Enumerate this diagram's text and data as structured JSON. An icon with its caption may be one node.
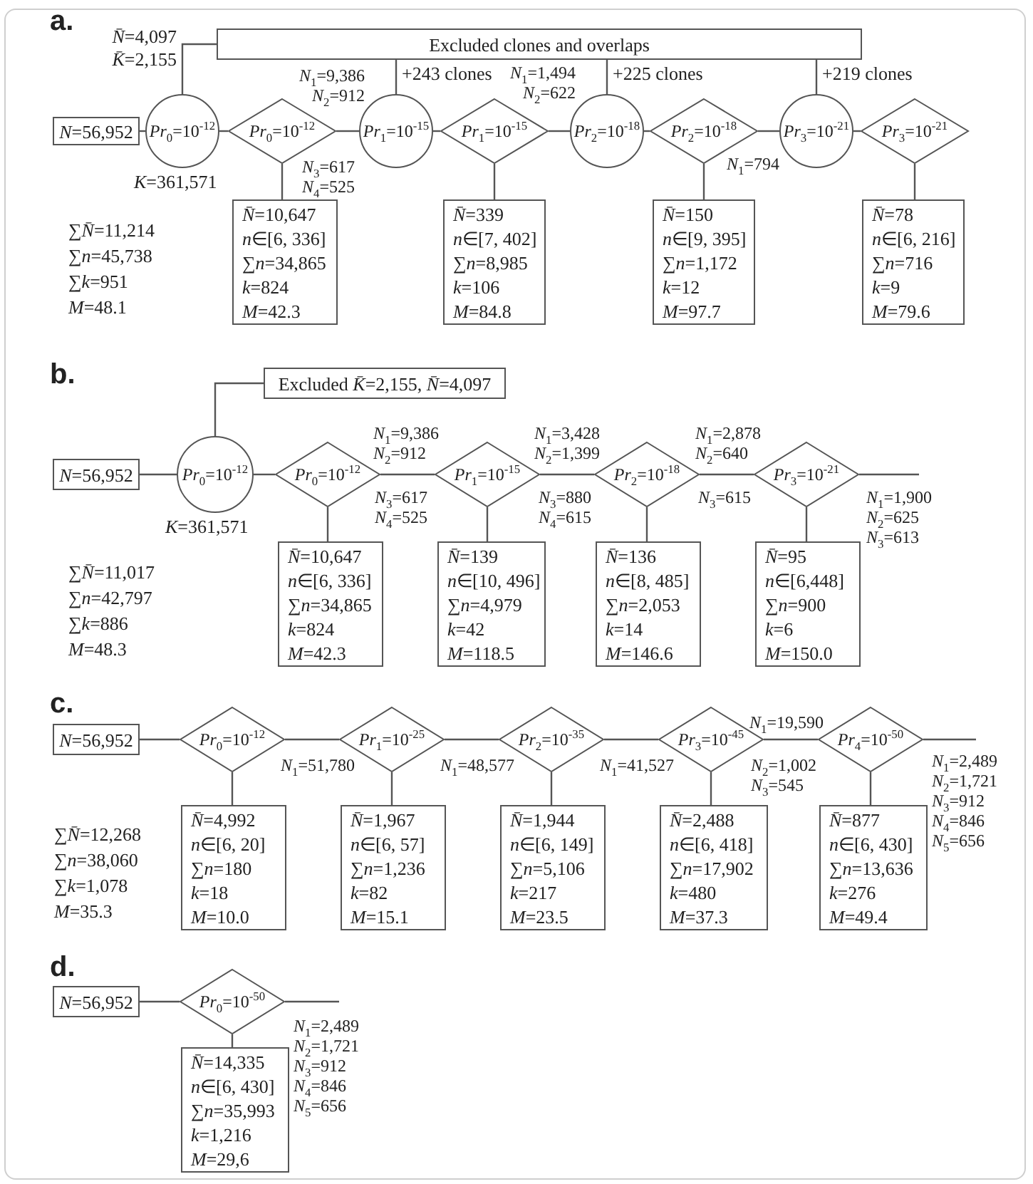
{
  "diagram": {
    "nodes": [
      {
        "text": [
          "Excluded clones and overlaps"
        ]
      },
      {
        "text": [
          "*N*=56,952"
        ]
      },
      {
        "text": [
          "*Pr*$_{0}$=10$^{-12}$"
        ],
        "beside": [
          "*K*=361,571"
        ]
      },
      {
        "text": [
          "*Pr*$_{0}$=10$^{-12}$"
        ]
      },
      {
        "text": [
          "*N̄*=10,647",
          "*n*∈[6, 336]",
          "∑*n*=34,865",
          "*k*=824",
          "*M*=42.3"
        ]
      },
      {
        "text": [
          "*Pr*$_{1}$=10$^{-15}$"
        ]
      },
      {
        "text": [
          "*Pr*$_{1}$=10$^{-15}$"
        ]
      },
      {
        "text": [
          "*N̄*=339",
          "*n*∈[7, 402]",
          "∑*n*=8,985",
          "*k*=106",
          "*M*=84.8"
        ]
      },
      {
        "text": [
          "*Pr*$_{2}$=10$^{-18}$"
        ]
      },
      {
        "text": [
          "*Pr*$_{2}$=10$^{-18}$"
        ]
      },
      {
        "text": [
          "*N̄*=150",
          "*n*∈[9, 395]",
          "∑*n*=1,172",
          "*k*=12",
          "*M*=97.7"
        ]
      },
      {
        "text": [
          "*Pr*$_{3}$=10$^{-21}$"
        ]
      },
      {
        "text": [
          "*Pr*$_{3}$=10$^{-21}$"
        ]
      },
      {
        "text": [
          "*N̄*=78",
          "*n*∈[6, 216]",
          "∑*n*=716",
          "*k*=9",
          "*M*=79.6"
        ]
      },
      {
        "text": [
          "Excluded *K̄*=2,155, *N̄*=4,097"
        ]
      },
      {
        "text": [
          "*N*=56,952"
        ]
      },
      {
        "text": [
          "*Pr*$_{0}$=10$^{-12}$"
        ],
        "beside": [
          "*K*=361,571"
        ]
      },
      {
        "text": [
          "*Pr*$_{0}$=10$^{-12}$"
        ]
      },
      {
        "text": [
          "*N̄*=10,647",
          "*n*∈[6, 336]",
          "∑*n*=34,865",
          "*k*=824",
          "*M*=42.3"
        ]
      },
      {
        "text": [
          "*Pr*$_{1}$=10$^{-15}$"
        ]
      },
      {
        "text": [
          "*N̄*=139",
          "*n*∈[10, 496]",
          "∑*n*=4,979",
          "*k*=42",
          "*M*=118.5"
        ]
      },
      {
        "text": [
          "*Pr*$_{2}$=10$^{-18}$"
        ]
      },
      {
        "text": [
          "*N̄*=136",
          "*n*∈[8, 485]",
          "∑*n*=2,053",
          "*k*=14",
          "*M*=146.6"
        ]
      },
      {
        "text": [
          "*Pr*$_{3}$=10$^{-21}$"
        ]
      },
      {
        "text": [
          "*N̄*=95",
          "*n*∈[6,448]",
          "∑*n*=900",
          "*k*=6",
          "*M*=150.0"
        ]
      },
      {
        "text": [
          "*N*=56,952"
        ]
      },
      {
        "text": [
          "*Pr*$_{0}$=10$^{-12}$"
        ]
      },
      {
        "text": [
          "*N̄*=4,992",
          "*n*∈[6, 20]",
          "∑*n*=180",
          "*k*=18",
          "*M*=10.0"
        ]
      },
      {
        "text": [
          "*Pr*$_{1}$=10$^{-25}$"
        ]
      },
      {
        "text": [
          "*N̄*=1,967",
          "*n*∈[6, 57]",
          "∑*n*=1,236",
          "*k*=82",
          "*M*=15.1"
        ]
      },
      {
        "text": [
          "*Pr*$_{2}$=10$^{-35}$"
        ]
      },
      {
        "text": [
          "*N̄*=1,944",
          "*n*∈[6, 149]",
          "∑*n*=5,106",
          "*k*=217",
          "*M*=23.5"
        ]
      },
      {
        "text": [
          "*Pr*$_{3}$=10$^{-45}$"
        ]
      },
      {
        "text": [
          "*N̄*=2,488",
          "*n*∈[6, 418]",
          "∑*n*=17,902",
          "*k*=480",
          "*M*=37.3"
        ]
      },
      {
        "text": [
          "*Pr*$_{4}$=10$^{-50}$"
        ]
      },
      {
        "text": [
          "*N̄*=877",
          "*n*∈[6, 430]",
          "∑*n*=13,636",
          "*k*=276",
          "*M*=49.4"
        ]
      },
      {
        "text": [
          "*N*=56,952"
        ]
      },
      {
        "text": [
          "*Pr*$_{0}$=10$^{-50}$"
        ]
      },
      {
        "text": [
          "*N̄*=14,335",
          "*n*∈[6, 430]",
          "∑*n*=35,993",
          "*k*=1,216",
          "*M*=29,6"
        ]
      }
    ],
    "edges": [
      {
        "from": 1,
        "to": 2,
        "arrow": "none"
      },
      {
        "from": 2,
        "to": 3,
        "arrow": "none"
      },
      {
        "from": 3,
        "to": 5,
        "arrow": "none"
      },
      {
        "from": 5,
        "to": 6,
        "arrow": "none"
      },
      {
        "from": 6,
        "to": 8,
        "arrow": "none"
      },
      {
        "from": 8,
        "to": 9,
        "arrow": "none"
      },
      {
        "from": 9,
        "to": 11,
        "arrow": "none"
      },
      {
        "from": 11,
        "to": 12,
        "arrow": "none"
      },
      {
        "from": 3,
        "to": 4,
        "arrow": "none"
      },
      {
        "from": 6,
        "to": 7,
        "arrow": "none"
      },
      {
        "from": 9,
        "to": 10,
        "arrow": "none"
      },
      {
        "from": 12,
        "to": 13,
        "arrow": "none"
      },
      {
        "from": 2,
        "to": 0,
        "arrow": "none",
        "label": "*N̄*=4,097 *K̄*=2,155"
      },
      {
        "from": 5,
        "to": 0,
        "arrow": "none",
        "label": "+243 clones"
      },
      {
        "from": 8,
        "to": 0,
        "arrow": "none",
        "label": "+225 clones"
      },
      {
        "from": 11,
        "to": 0,
        "arrow": "none",
        "label": "+219 clones"
      },
      {
        "from": 15,
        "to": 16,
        "arrow": "none"
      },
      {
        "from": 16,
        "to": 17,
        "arrow": "none"
      },
      {
        "from": 17,
        "to": 19,
        "arrow": "none"
      },
      {
        "from": 19,
        "to": 21,
        "arrow": "none"
      },
      {
        "from": 21,
        "to": 23,
        "arrow": "none"
      },
      {
        "from": 23,
        "to": null,
        "arrow": "none"
      },
      {
        "from": 17,
        "to": 18,
        "arrow": "none"
      },
      {
        "from": 19,
        "to": 20,
        "arrow": "none"
      },
      {
        "from": 21,
        "to": 22,
        "arrow": "none"
      },
      {
        "from": 23,
        "to": 24,
        "arrow": "none"
      },
      {
        "from": 16,
        "to": 14,
        "arrow": "none"
      },
      {
        "from": 25,
        "to": 26,
        "arrow": "none"
      },
      {
        "from": 26,
        "to": 28,
        "arrow": "none"
      },
      {
        "from": 28,
        "to": 30,
        "arrow": "none"
      },
      {
        "from": 30,
        "to": 32,
        "arrow": "none"
      },
      {
        "from": 32,
        "to": 34,
        "arrow": "none"
      },
      {
        "from": 34,
        "to": null,
        "arrow": "none"
      },
      {
        "from": 26,
        "to": 27,
        "arrow": "none"
      },
      {
        "from": 28,
        "to": 29,
        "arrow": "none"
      },
      {
        "from": 30,
        "to": 31,
        "arrow": "none"
      },
      {
        "from": 32,
        "to": 33,
        "arrow": "none"
      },
      {
        "from": 34,
        "to": 35,
        "arrow": "none"
      },
      {
        "from": 36,
        "to": 37,
        "arrow": "none"
      },
      {
        "from": 37,
        "to": null,
        "arrow": "none"
      },
      {
        "from": 37,
        "to": 38,
        "arrow": "none"
      }
    ],
    "labels": [
      "a.",
      "*N*$_{1}$=9,386",
      "*N*$_{2}$=912",
      "*N*$_{3}$=617",
      "*N*$_{4}$=525",
      "*N*$_{1}$=1,494",
      "*N*$_{2}$=622",
      "*N*$_{1}$=794",
      "∑*N̄*=11,214",
      "∑*n*=45,738",
      "∑*k*=951",
      "*M*=48.1",
      "b.",
      "*N*$_{1}$=9,386",
      "*N*$_{2}$=912",
      "*N*$_{3}$=617",
      "*N*$_{4}$=525",
      "*N*$_{1}$=3,428",
      "*N*$_{2}$=1,399",
      "*N*$_{3}$=880",
      "*N*$_{4}$=615",
      "*N*$_{1}$=2,878",
      "*N*$_{2}$=640",
      "*N*$_{3}$=615",
      "*N*$_{1}$=1,900",
      "*N*$_{2}$=625",
      "*N*$_{3}$=613",
      "∑*N̄*=11,017",
      "∑*n*=42,797",
      "∑*k*=886",
      "*M*=48.3",
      "c.",
      "*N*$_{1}$=51,780",
      "*N*$_{1}$=48,577",
      "*N*$_{1}$=41,527",
      "*N*$_{1}$=19,590",
      "*N*$_{2}$=1,002",
      "*N*$_{3}$=545",
      "*N*$_{1}$=2,489",
      "*N*$_{2}$=1,721",
      "*N*$_{3}$=912",
      "*N*$_{4}$=846",
      "*N*$_{5}$=656",
      "∑*N̄*=12,268",
      "∑*n*=38,060",
      "∑*k*=1,078",
      "*M*=35.3",
      "d.",
      "*N*$_{1}$=2,489",
      "*N*$_{2}$=1,721",
      "*N*$_{3}$=912",
      "*N*$_{4}$=846",
      "*N*$_{5}$=656"
    ]
  }
}
